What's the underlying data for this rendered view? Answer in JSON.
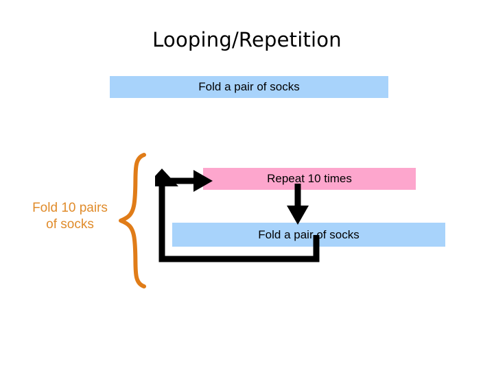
{
  "slide": {
    "title": "Looping/Repetition",
    "background_color": "#ffffff"
  },
  "diagram": {
    "blocks": [
      {
        "name": "fold-a-pair-top",
        "label": "Fold a pair of socks",
        "color": "#a8d3fb"
      },
      {
        "name": "repeat-10-times",
        "label": "Repeat 10 times",
        "color": "#fda6cd"
      },
      {
        "name": "fold-a-pair-inner",
        "label": "Fold a pair of socks",
        "color": "#a8d3fb"
      }
    ],
    "left_label": {
      "line1": "Fold 10 pairs",
      "line2": "of socks",
      "color": "#e08b2a"
    },
    "brace_color": "#e07c18",
    "arrow_color": "#000000"
  }
}
